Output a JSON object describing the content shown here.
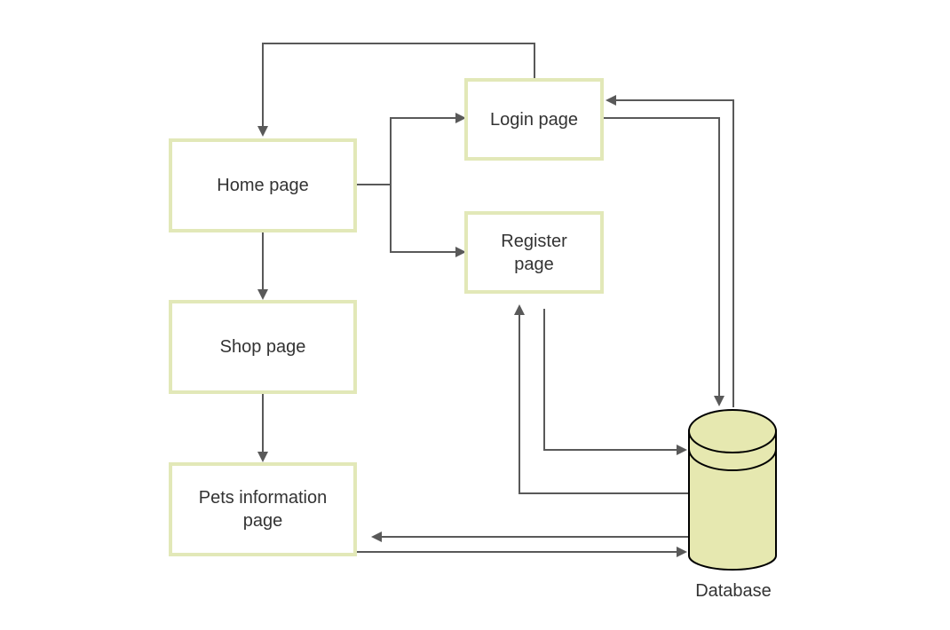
{
  "nodes": {
    "home": "Home page",
    "login": "Login page",
    "register": "Register\npage",
    "shop": "Shop page",
    "pets": "Pets information\npage",
    "database": "Database"
  },
  "colors": {
    "box_border": "#e2e8b8",
    "database_fill": "#e6e8b0",
    "arrow": "#595959",
    "text": "#333333"
  }
}
